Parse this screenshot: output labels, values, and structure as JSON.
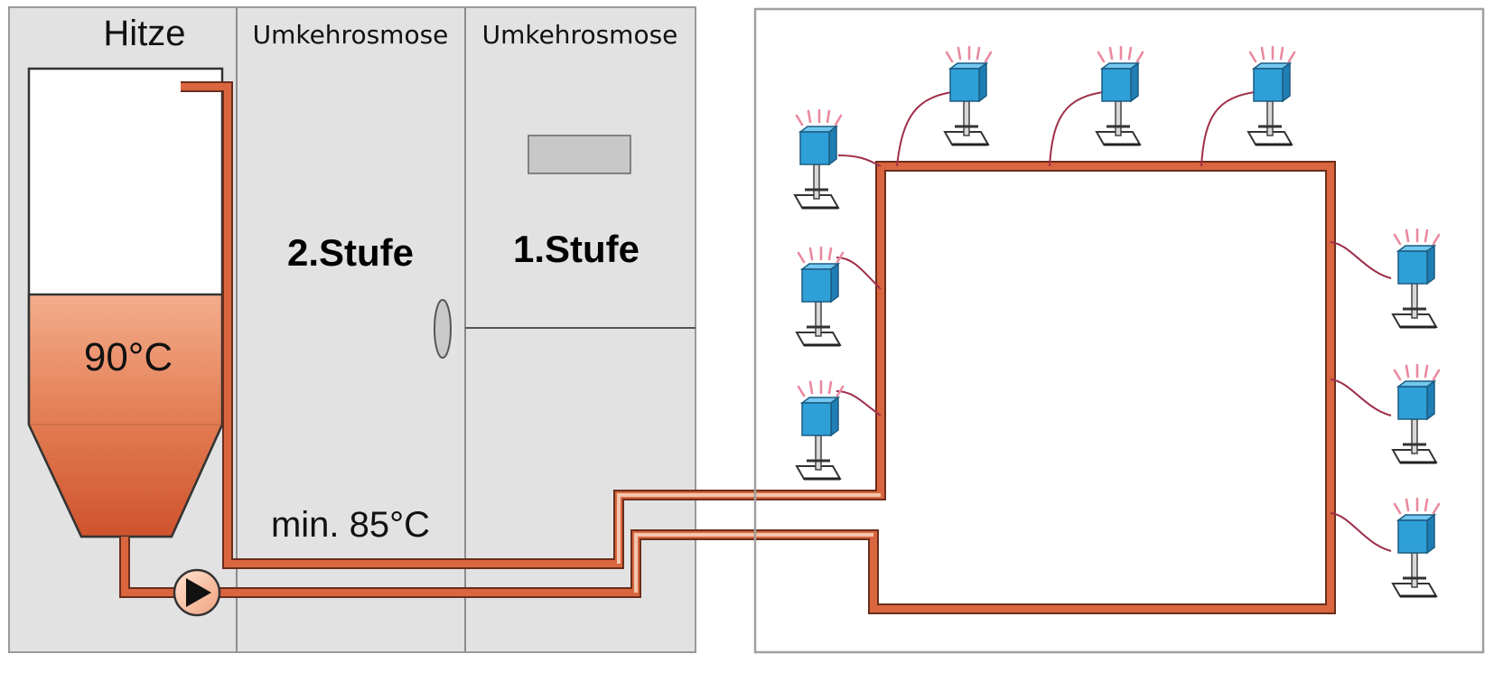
{
  "labels": {
    "heat": "Hitze",
    "ro_left": "Umkehrosmose",
    "ro_right": "Umkehrosmose",
    "stage2": "2.Stufe",
    "stage1": "1.Stufe",
    "tank_temp": "90°C",
    "min_temp": "min. 85°C"
  },
  "colors": {
    "panel_bg": "#e2e2e2",
    "tank_fill_top": "#f2a582",
    "tank_fill_bottom": "#d0522c",
    "pipe_orange": "#d9663e",
    "pipe_light": "#f3c6ad",
    "device_blue": "#2f9fd8",
    "ray_pink": "#e98a9f",
    "wire_red": "#9e2f4a"
  },
  "icons": {
    "pump": "pump-icon",
    "tap_point": "tap-point-icon"
  }
}
